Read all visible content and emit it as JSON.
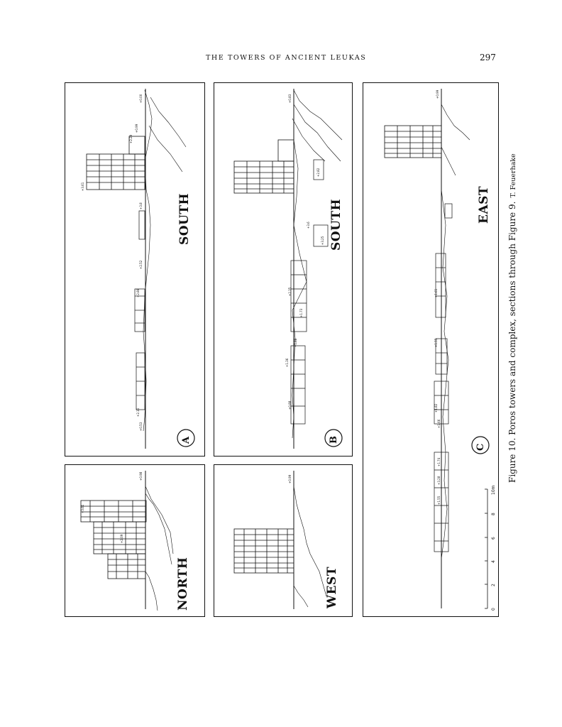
{
  "header": {
    "running_title": "THE TOWERS OF ANCIENT LEUKAS",
    "page_number": "297"
  },
  "views": {
    "north": "NORTH",
    "west": "WEST",
    "a_south": "SOUTH",
    "b_south": "SOUTH",
    "c_east": "EAST"
  },
  "sections": {
    "a": "A",
    "b": "B",
    "c": "C"
  },
  "elevations": {
    "north": [
      "+3.61",
      "+2.09",
      "+0.98"
    ],
    "west": [
      "+0.99"
    ],
    "a": [
      "+3.61",
      "+2.29",
      "+0.99",
      "+0.00",
      "+3.8",
      "+2.52",
      "+2.88",
      "+2.11",
      "+0.53"
    ],
    "b": [
      "+0.83",
      "+2.82",
      "+3.6",
      "+3.25",
      "+2.35",
      "+1.73",
      "+1.88",
      "+1.36",
      "+0.88"
    ],
    "c": [
      "+0.99",
      "+1.61",
      "+1.55",
      "+1.82",
      "+1.66",
      "+1.74",
      "+3.28",
      "+1.55"
    ]
  },
  "scale_bar": {
    "ticks": [
      "0",
      "2",
      "4",
      "6",
      "8",
      "10m"
    ]
  },
  "caption": {
    "text": "Figure 10. Poros towers and complex, sections through Figure 9.",
    "credit": "T. Feuerhake"
  }
}
